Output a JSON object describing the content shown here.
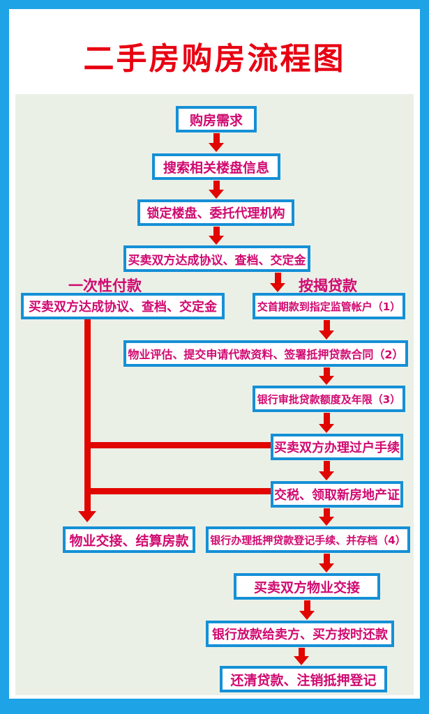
{
  "title": "二手房购房流程图",
  "branches": {
    "left_label": "一次性付款",
    "right_label": "按揭贷款"
  },
  "boxes": {
    "demand": "购房需求",
    "search": "搜索相关楼盘信息",
    "lock_agency": "锁定楼盘、委托代理机构",
    "agreement": "买卖双方达成协议、查档、交定金",
    "agreement_cash": "买卖双方达成协议、查档、交定金",
    "down_payment": "交首期款到指定监管帐户（1）",
    "evaluation": "物业评估、提交申请代款资料、签署抵押贷款合同（2）",
    "bank_approval": "银行审批贷款额度及年限（3）",
    "transfer": "买卖双方办理过户手续",
    "tax_certificate": "交税、领取新房地产证",
    "handover_settle": "物业交接、结算房款",
    "mortgage_registration": "银行办理抵押贷款登记手续、并存档（4）",
    "property_handover": "买卖双方物业交接",
    "bank_disbursement": "银行放款给卖方、买方按时还款",
    "settle_mortgage": "还清贷款、注销抵押登记"
  },
  "colors": {
    "frame_blue": "#1ea3e6",
    "box_border_blue": "#1590d6",
    "text_magenta": "#d00970",
    "title_red": "#e80112",
    "arrow_red": "#e10600",
    "panel_green": "#ebf0e7"
  }
}
